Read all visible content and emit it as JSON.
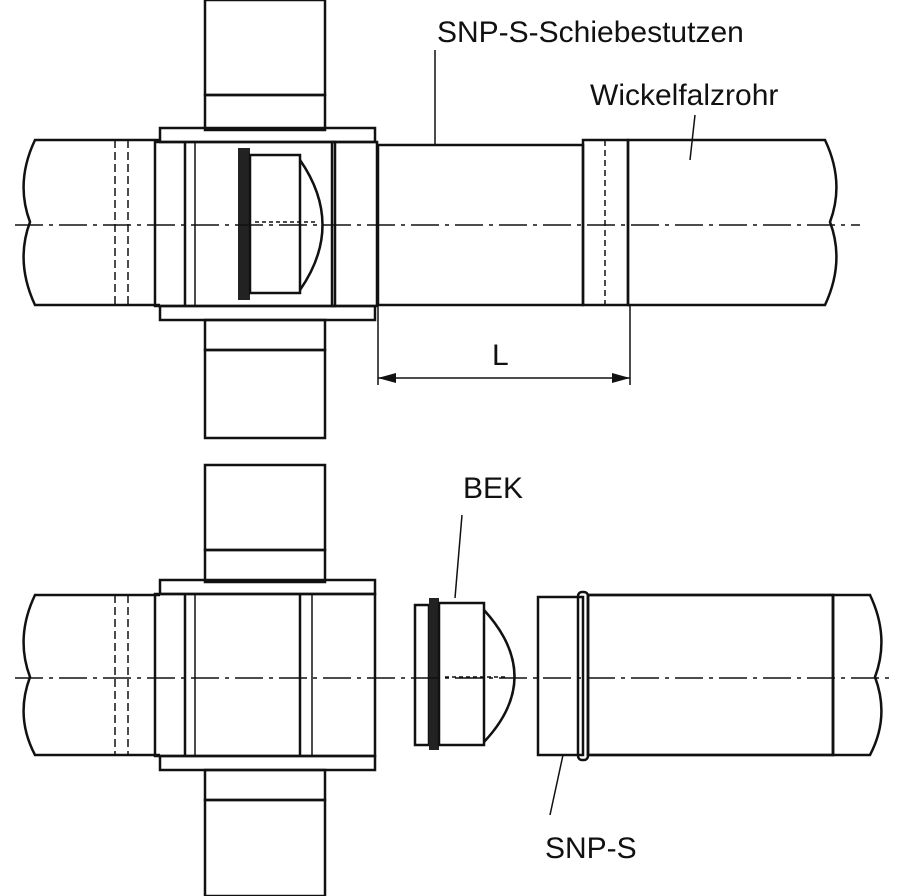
{
  "labels": {
    "schiebestutzen": "SNP-S-Schiebestutzen",
    "wickelfalzrohr": "Wickelfalzrohr",
    "dimension": "L",
    "bek": "BEK",
    "snp_s": "SNP-S"
  }
}
